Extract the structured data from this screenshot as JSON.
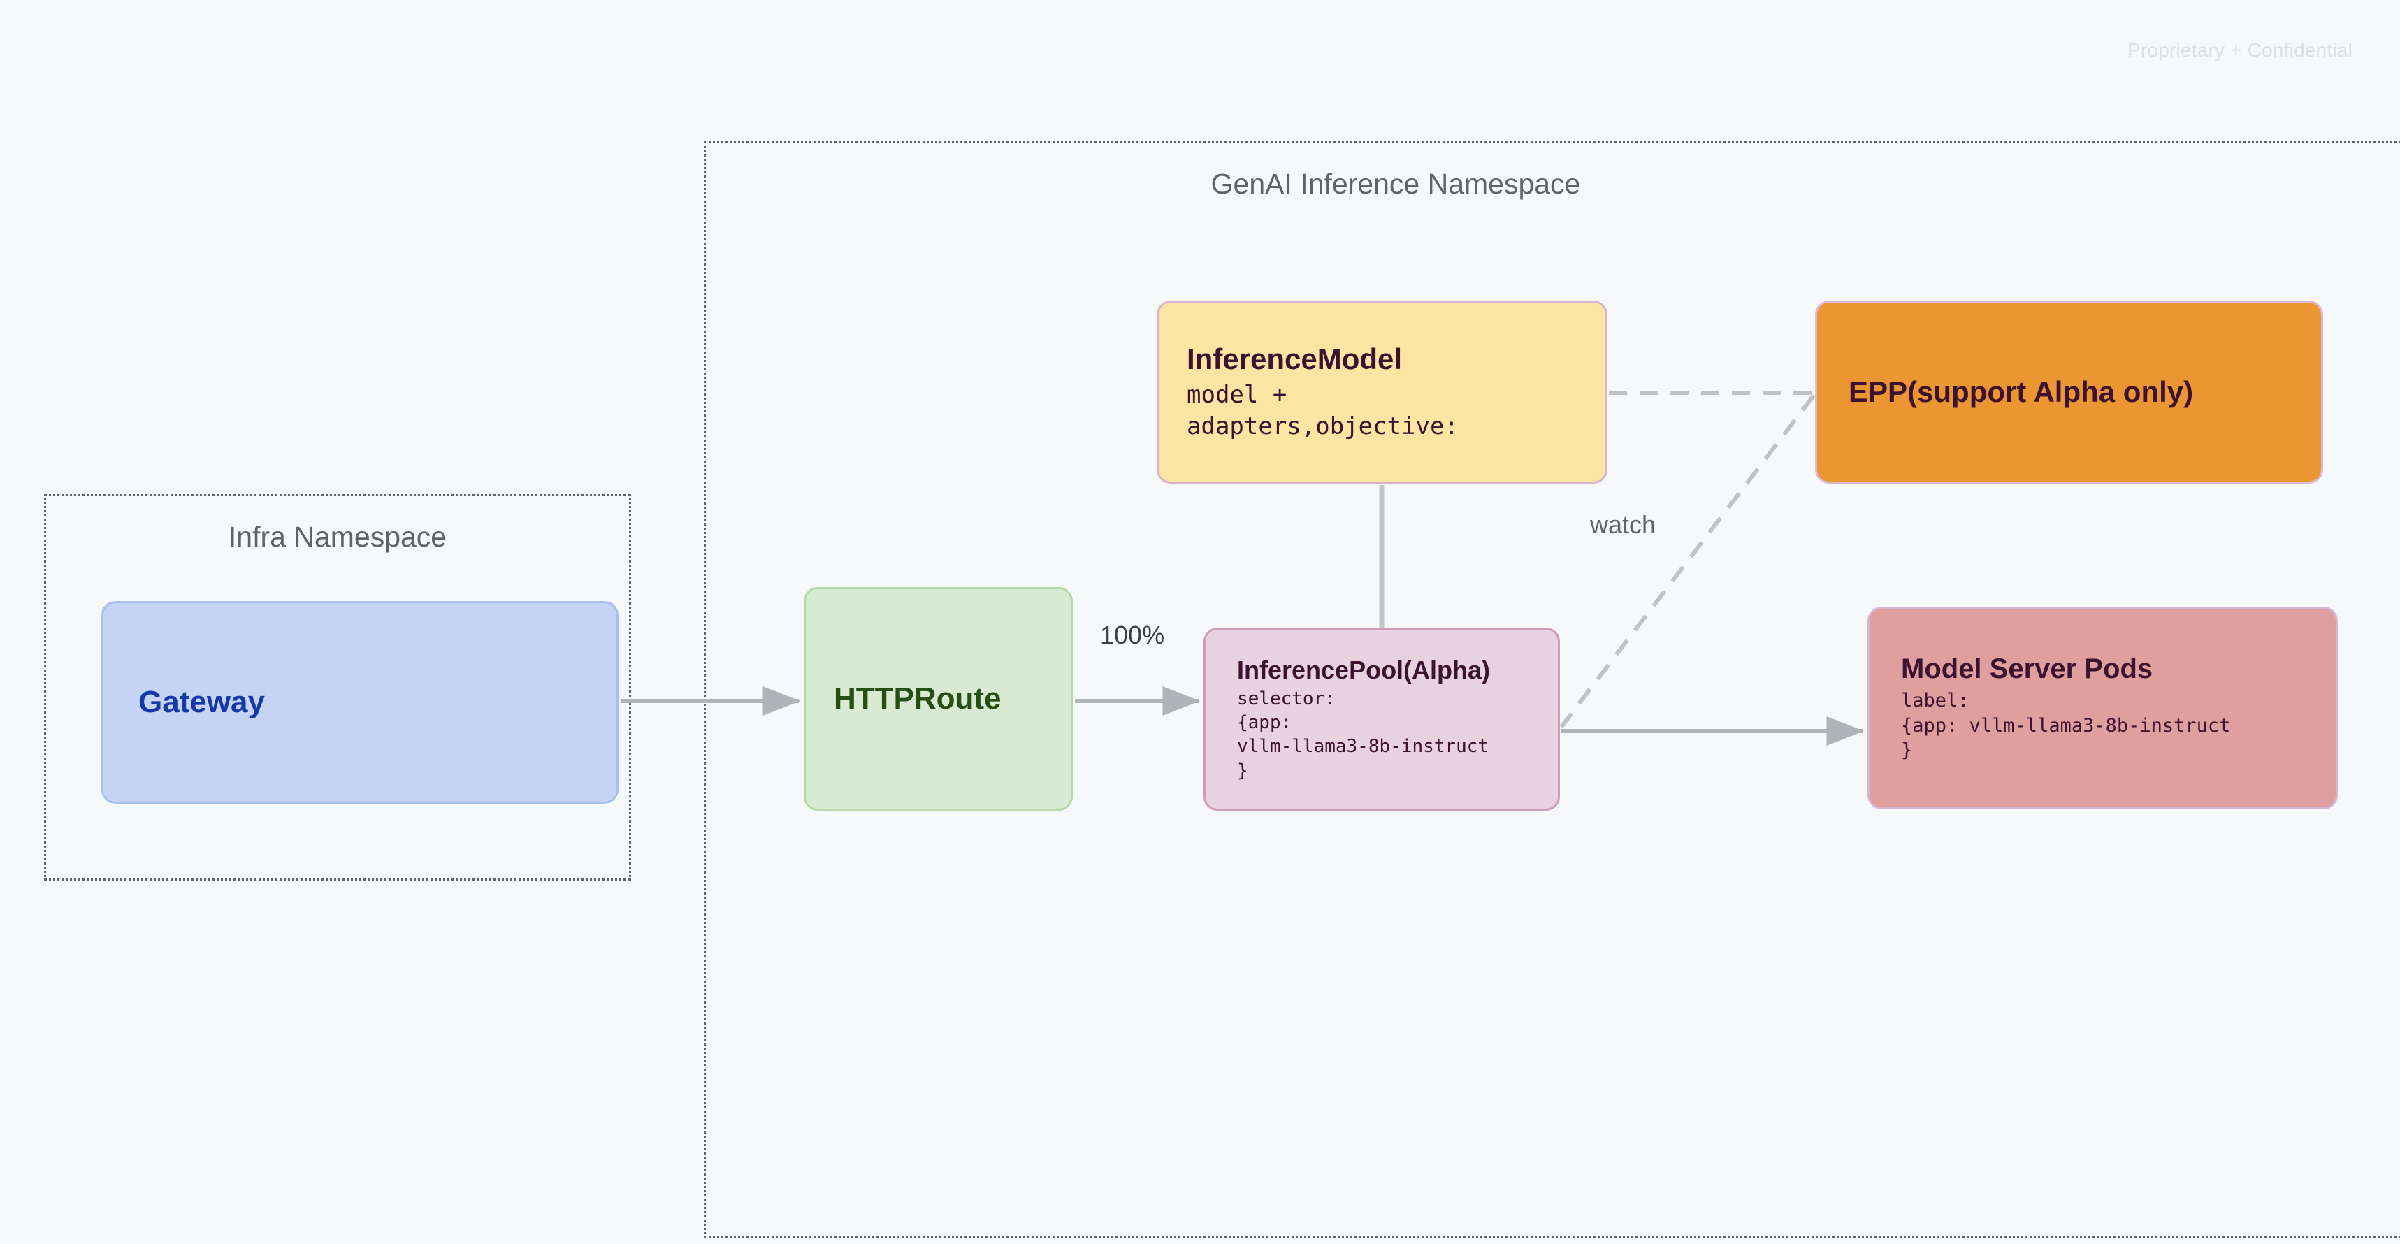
{
  "page": {
    "confidential_notice": "Proprietary + Confidential",
    "background_color": "#f7f8fa"
  },
  "namespaces": [
    {
      "id": "infra",
      "title": "Infra Namespace",
      "border_style": "dotted",
      "border_color": "#5f6368"
    },
    {
      "id": "genai",
      "title": "GenAI Inference Namespace",
      "border_style": "dotted",
      "border_color": "#5f6368"
    }
  ],
  "nodes": [
    {
      "id": "gateway",
      "title": "Gateway",
      "subtitle": "",
      "fill": "#c5d4f5",
      "stroke": "#aabef0",
      "text_color": "#153aa8",
      "namespace": "infra"
    },
    {
      "id": "httproute",
      "title": "HTTPRoute",
      "subtitle": "",
      "fill": "#d9ead3",
      "stroke": "#b6d7a8",
      "text_color": "#274e13",
      "namespace": "genai"
    },
    {
      "id": "inferencemodel",
      "title": "InferenceModel",
      "subtitle": "model +\nadapters,objective:",
      "fill": "#fae5a2",
      "stroke": "#d9b3cc",
      "text_color": "#3d1130",
      "namespace": "genai"
    },
    {
      "id": "inferencepool",
      "title": "InferencePool(Alpha)",
      "subtitle": "selector:\n{app:\nvllm-llama3-8b-instruct\n}",
      "fill": "#e8d2e0",
      "stroke": "#cb9dbb",
      "text_color": "#3d1130",
      "namespace": "genai"
    },
    {
      "id": "epp",
      "title": "EPP(support Alpha only)",
      "subtitle": "",
      "fill": "#eb9632",
      "stroke": "#ddbad4",
      "text_color": "#3d1130",
      "namespace": "genai"
    },
    {
      "id": "modelserverpods",
      "title": "Model Server Pods",
      "subtitle": "label:\n{app: vllm-llama3-8b-instruct\n}",
      "fill": "#df9f9f",
      "stroke": "#d2b8d8",
      "text_color": "#3d1130",
      "namespace": "genai"
    }
  ],
  "edges": [
    {
      "id": "gateway-to-httproute",
      "from": "gateway",
      "to": "httproute",
      "style": "solid",
      "arrow": true,
      "label": ""
    },
    {
      "id": "httproute-to-inferencepool",
      "from": "httproute",
      "to": "inferencepool",
      "style": "solid",
      "arrow": true,
      "label": "100%"
    },
    {
      "id": "inferencemodel-to-inferencepool",
      "from": "inferencemodel",
      "to": "inferencepool",
      "style": "solid",
      "arrow": false,
      "label": ""
    },
    {
      "id": "inferencepool-to-modelserverpods",
      "from": "inferencepool",
      "to": "modelserverpods",
      "style": "solid",
      "arrow": true,
      "label": ""
    },
    {
      "id": "inferencemodel-to-epp",
      "from": "inferencemodel",
      "to": "epp",
      "style": "dashed",
      "arrow": false,
      "label": ""
    },
    {
      "id": "epp-to-inferencepool",
      "from": "epp",
      "to": "inferencepool",
      "style": "dashed",
      "arrow": false,
      "label": "watch"
    }
  ],
  "edge_labels": {
    "traffic_weight": "100%",
    "watch": "watch"
  },
  "colors": {
    "connector_gray": "#b0b3b8",
    "namespace_border": "#5f6368",
    "namespace_title": "#5f6368",
    "confidential_text": "#dcdee1"
  }
}
